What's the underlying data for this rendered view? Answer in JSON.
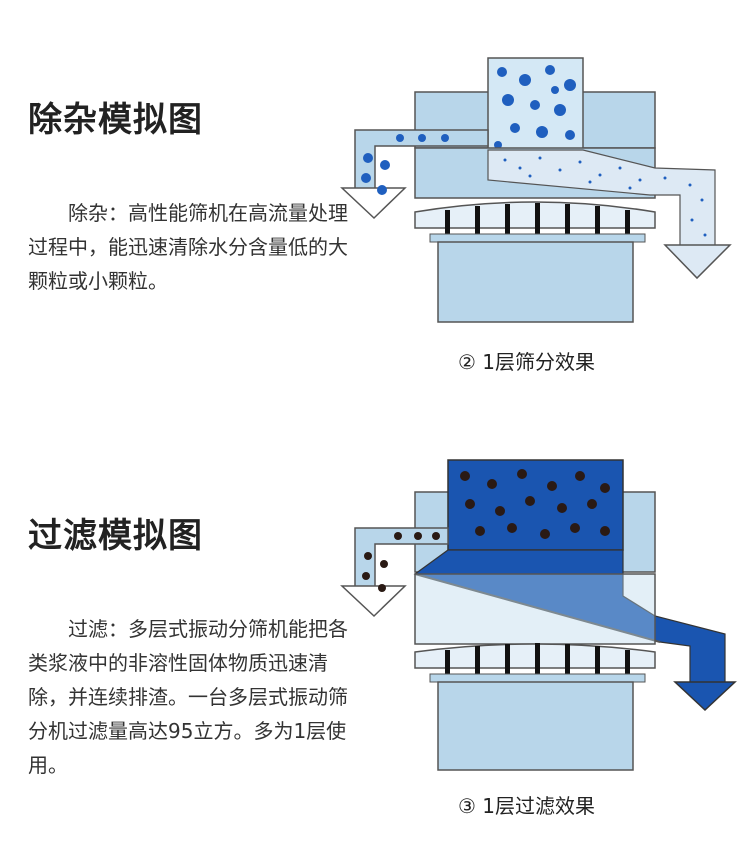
{
  "sections": [
    {
      "title": "除杂模拟图",
      "description": "除杂：高性能筛机在高流量处理过程中，能迅速清除水分含量低的大颗粒或小颗粒。",
      "caption": "② 1层筛分效果"
    },
    {
      "title": "过滤模拟图",
      "description": "过滤：多层式振动分筛机能把各类浆液中的非溶性固体物质迅速清除，并连续排渣。一台多层式振动筛分机过滤量高达95立方。多为1层使用。",
      "caption": "③ 1层过滤效果"
    }
  ],
  "colors": {
    "machine_body": "#b8d6ea",
    "machine_outline": "#555555",
    "particle_blue": "#1f5fbf",
    "liquid_blue": "#1a55b0",
    "solid_dark": "#2a1a14",
    "screen_bar": "#111111"
  }
}
